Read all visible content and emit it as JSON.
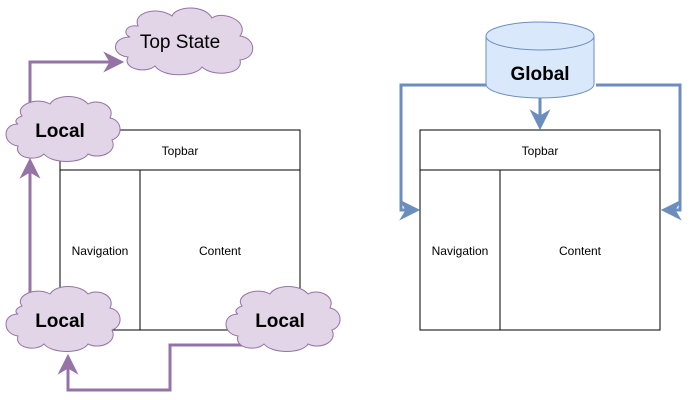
{
  "left": {
    "top_state": "Top State",
    "local_top": "Local",
    "local_bottom_left": "Local",
    "local_bottom_right": "Local",
    "layout": {
      "topbar": "Topbar",
      "navigation": "Navigation",
      "content": "Content"
    }
  },
  "right": {
    "global": "Global",
    "layout": {
      "topbar": "Topbar",
      "navigation": "Navigation",
      "content": "Content"
    }
  },
  "colors": {
    "cloud_fill": "#e1d5e7",
    "cloud_stroke": "#9673a6",
    "db_fill": "#dae8fc",
    "db_stroke": "#6c8ebf",
    "box_stroke": "#000000"
  }
}
